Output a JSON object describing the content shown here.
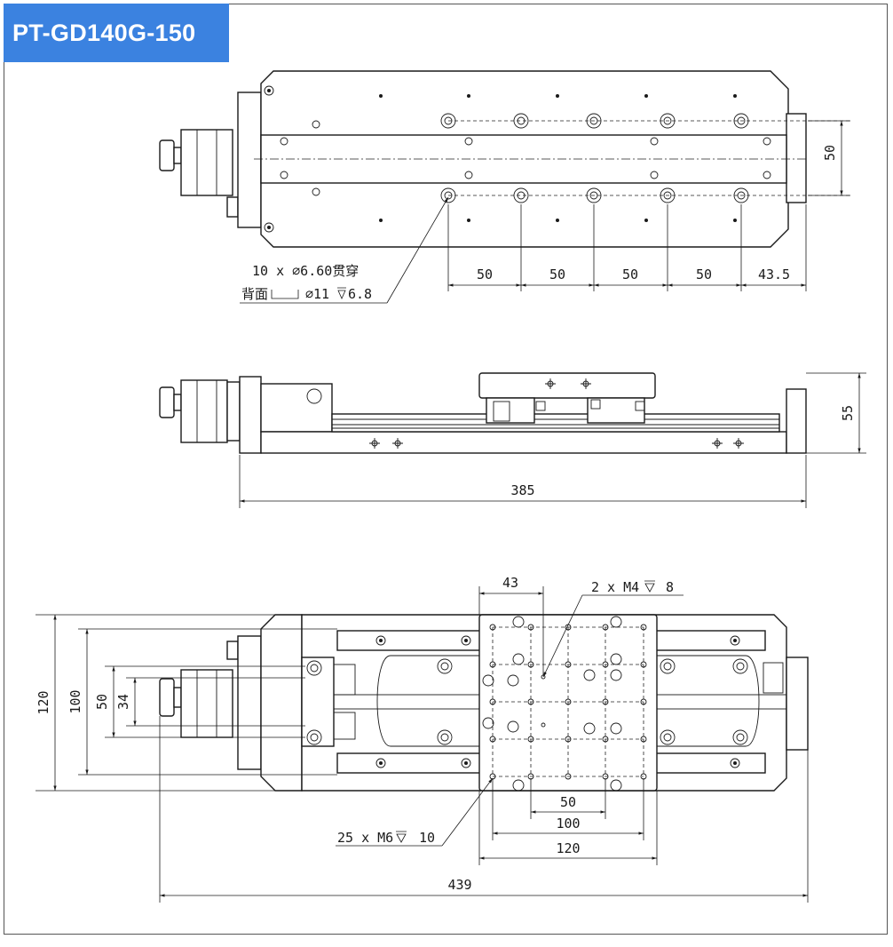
{
  "title": "PT-GD140G-150",
  "colors": {
    "badge": "#3b82e0",
    "line": "#1a1a1a",
    "background": "#ffffff"
  },
  "top_view": {
    "dims": [
      "50",
      "50",
      "50",
      "50",
      "43.5"
    ],
    "side_dim": "50",
    "note_line1": "10 x  ∅6.60贯穿",
    "note_line2a": "背面",
    "note_line2b": "∅11",
    "note_line2c": "6.8"
  },
  "side_view": {
    "height_dim": "55",
    "length_dim": "385"
  },
  "bottom_view": {
    "dim_43": "43",
    "note_m4": "2 x M4",
    "note_m4_depth": "8",
    "note_m6": "25 x M6",
    "note_m6_depth": "10",
    "dim_50": "50",
    "dim_100": "100",
    "dim_120": "120",
    "vdim_120": "120",
    "vdim_100": "100",
    "vdim_50": "50",
    "vdim_34": "34",
    "length_dim": "439"
  }
}
